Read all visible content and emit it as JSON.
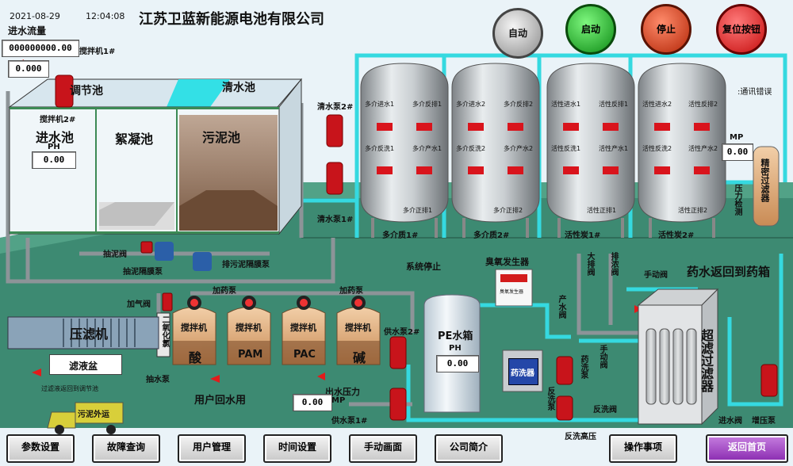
{
  "header": {
    "date": "2021-08-29",
    "time": "12:04:08",
    "company": "江苏卫蓝新能源电池有限公司"
  },
  "controls": {
    "auto_label": "自动",
    "start_label": "启动",
    "stop_label": "停止",
    "reset_label": "复位按钮"
  },
  "status": {
    "comm_error": ":通讯错误",
    "system_stop": "系统停止"
  },
  "inlet_flow": {
    "label": "进水流量",
    "total": "000000000.00",
    "rate": "0.000"
  },
  "mixers": {
    "mixer1": "搅拌机1#",
    "mixer2": "搅拌机2#"
  },
  "tanks": {
    "regulating": "调节池",
    "inlet": "进水池",
    "ph_label": "PH",
    "inlet_ph": "0.00",
    "flocculation": "絮凝池",
    "sludge": "污泥池",
    "clear_water": "清水池"
  },
  "pumps": {
    "clear_pump2": "清水泵2#",
    "clear_pump1": "清水泵1#",
    "sludge_pump": "抽泥阀",
    "sludge_pump2": "抽泥隔膜泵",
    "drain_sludge": "排污泥隔膜泵",
    "dosing1": "加药泵",
    "dosing2": "加药泵",
    "air_valve": "加气阀",
    "supply_pump2": "供水泵2#",
    "supply_pump1": "供水泵1#",
    "water_pump": "抽水泵"
  },
  "filters": {
    "f1": {
      "top_left": "多介进水1",
      "top_right": "多介反排1",
      "mid_left": "多介反洗1",
      "mid_right": "多介产水1",
      "bottom": "多介正排1",
      "name": "多介质1#"
    },
    "f2": {
      "top_left": "多介进水2",
      "top_right": "多介反排2",
      "mid_left": "多介反洗2",
      "mid_right": "多介产水2",
      "bottom": "多介正排2",
      "name": "多介质2#"
    },
    "f3": {
      "top_left": "活性进水1",
      "top_right": "活性反排1",
      "mid_left": "活性反洗1",
      "mid_right": "活性产水1",
      "bottom": "活性正排1",
      "name": "活性炭1#"
    },
    "f4": {
      "top_left": "活性进水2",
      "top_right": "活性反排2",
      "mid_left": "活性反洗2",
      "mid_right": "活性产水2",
      "bottom": "活性正排2",
      "name": "活性炭2#"
    }
  },
  "precision_filter": {
    "name": "精密过滤器",
    "mp_label": "MP",
    "mp_value": "0.00",
    "pressure_gauge": "压力检测"
  },
  "chem_tanks": {
    "t1": {
      "stirrer": "搅拌机",
      "name": "酸"
    },
    "t2": {
      "stirrer": "搅拌机",
      "name": "PAM"
    },
    "t3": {
      "stirrer": "搅拌机",
      "name": "PAC"
    },
    "t4": {
      "stirrer": "搅拌机",
      "name": "碱"
    },
    "chlorine": "二氧化氯"
  },
  "filter_press": {
    "name": "压滤机",
    "tray": "滤液盆",
    "return_note": "过滤液返回到调节池"
  },
  "pe_tank": {
    "name": "PE水箱",
    "ph_label": "PH",
    "ph": "0.00"
  },
  "outlet": {
    "pressure_label": "出水压力",
    "mp_label": "MP",
    "mp_value": "0.00"
  },
  "ozone": {
    "name": "臭氧发生器",
    "screen": "臭氧发生器"
  },
  "valves": {
    "big_discharge": "大排阀",
    "drain": "排浓阀",
    "product": "产水阀",
    "manual1": "手动阀",
    "manual2": "手动阀",
    "backwash_valve": "反洗阀",
    "inlet_valve": "进水阀",
    "booster_pump": "增压泵",
    "backwash_pump1": "药洗泵",
    "backwash_pump2": "反洗泵",
    "backwash_pressure": "反洗高压"
  },
  "chem_wash_box": "药洗器",
  "uf": {
    "name": "超滤过滤器"
  },
  "flow_notes": {
    "return_chem": "药水返回到药箱",
    "user_return": "用户回水用"
  },
  "truck": {
    "label": "污泥外运"
  },
  "nav": [
    "参数设置",
    "故障查询",
    "用户管理",
    "时间设置",
    "手动画面",
    "公司简介",
    "操作事项",
    "返回首页"
  ]
}
